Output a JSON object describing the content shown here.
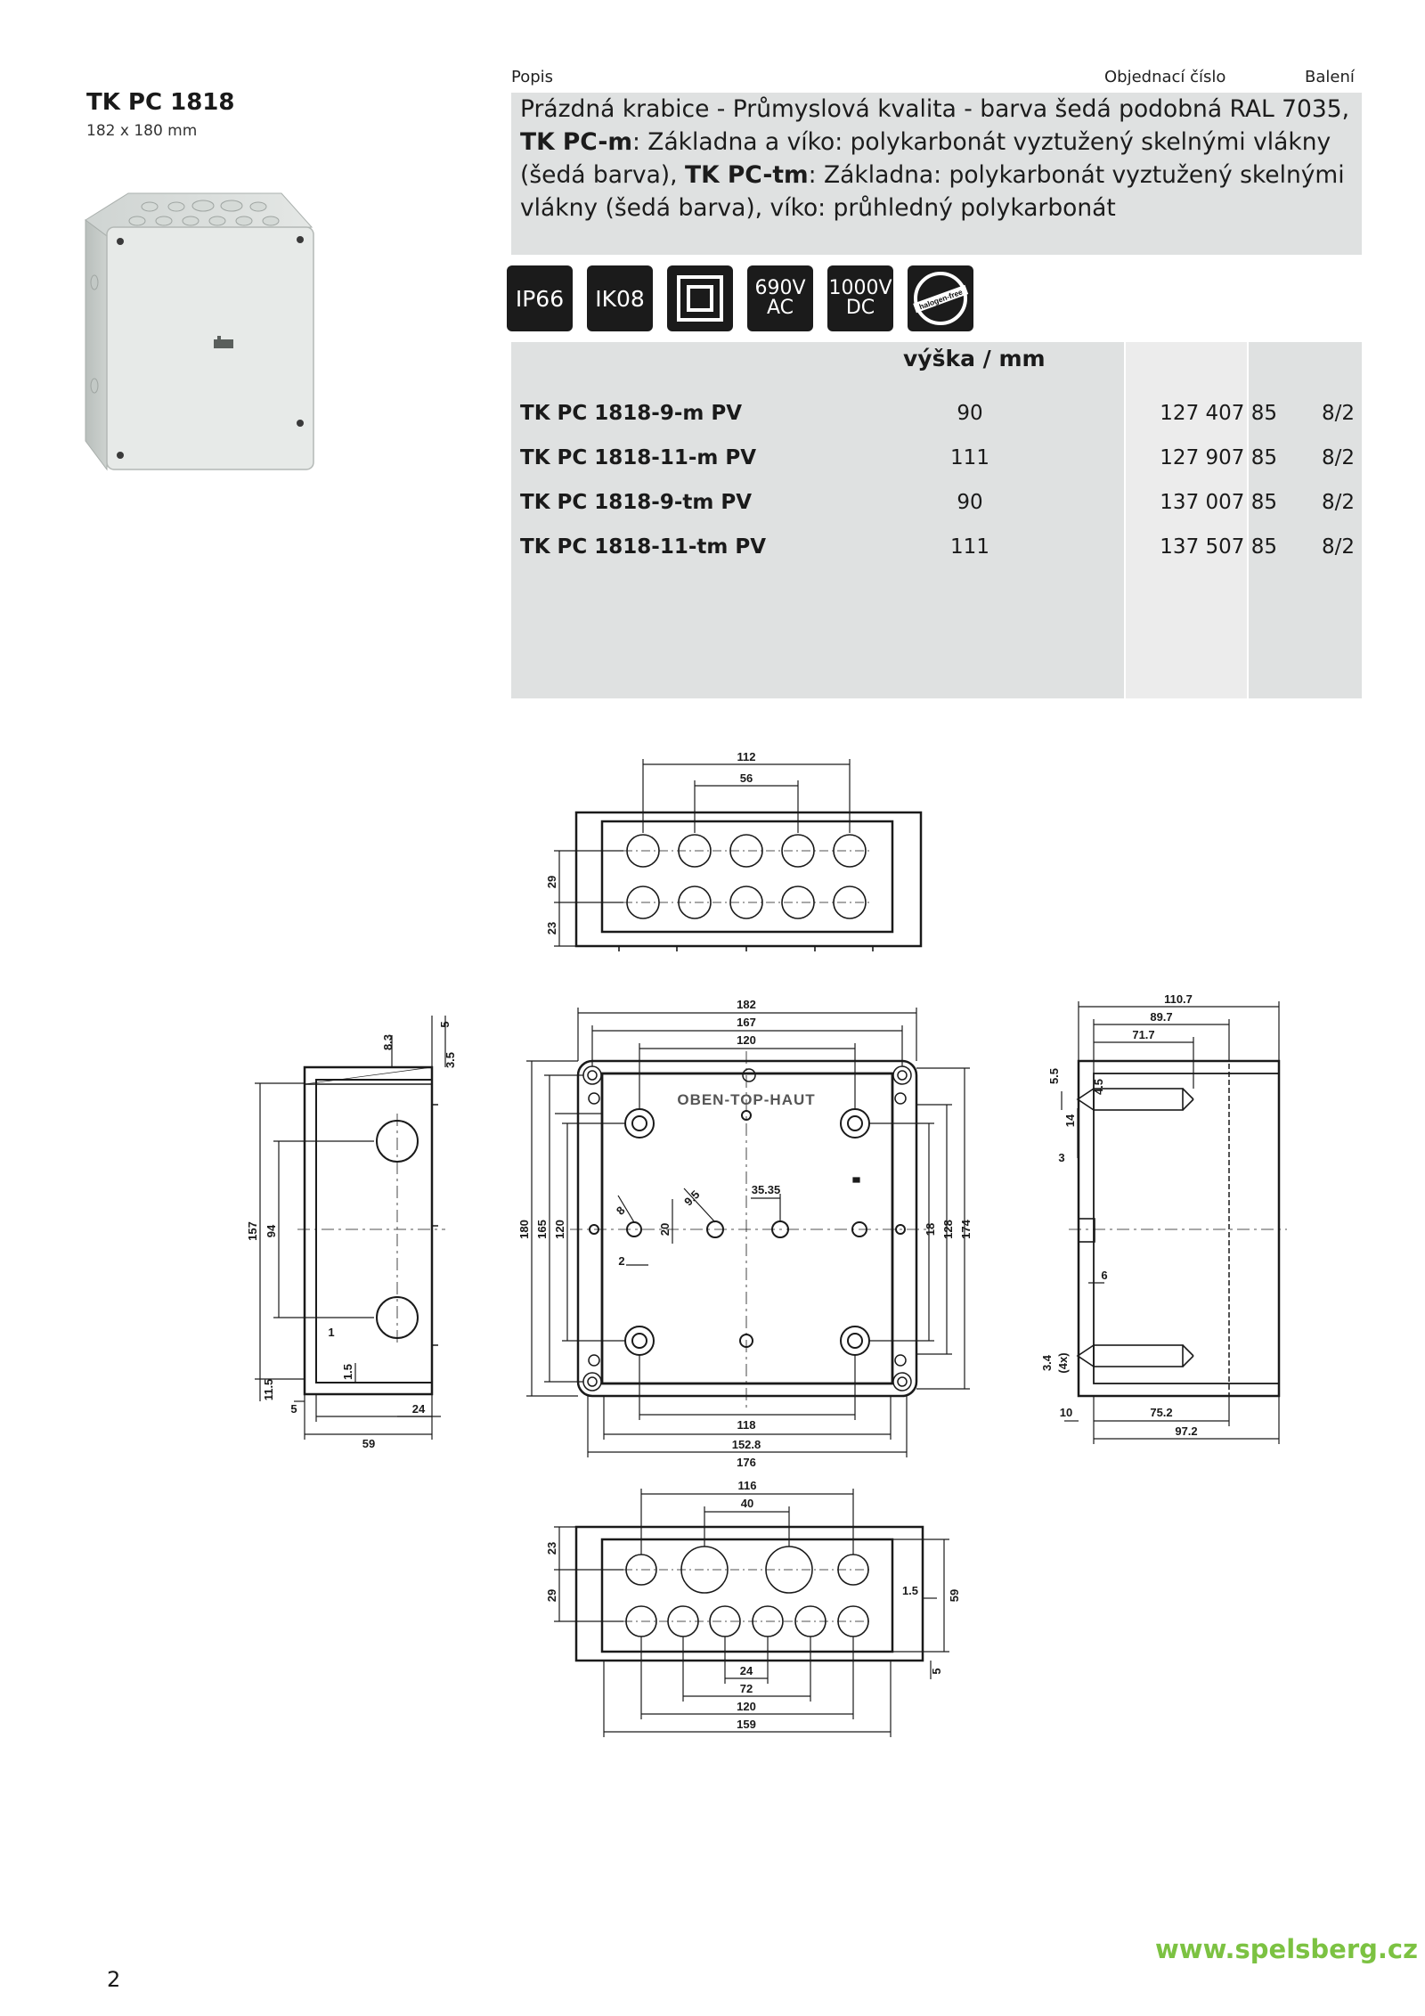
{
  "header": {
    "col_description": "Popis",
    "col_order_number": "Objednací číslo",
    "col_packaging": "Balení"
  },
  "product": {
    "title": "TK PC 1818",
    "dimensions": "182 x 180 mm"
  },
  "description": {
    "line1": "Prázdná krabice - Průmyslová kvalita - barva šedá podobná RAL 7035,",
    "pcm_bold": "TK PC-m",
    "pcm_text": ": Základna a víko: polykarbonát vyztužený skelnými vlákny (šedá barva),",
    "pctm_bold": "TK PC-tm",
    "pctm_text": ": Základna: polykarbonát vyztužený skelnými vlákny (šedá barva), víko: průhledný polykarbonát"
  },
  "badges": {
    "ip": "IP66",
    "ik": "IK08",
    "ac_top": "690V",
    "ac_bottom": "AC",
    "dc_top": "1000V",
    "dc_bottom": "DC",
    "halogen": "halogen-free"
  },
  "table": {
    "column_header": "výška / mm",
    "rows": [
      {
        "name": "TK PC 1818-9-m PV",
        "height": "90",
        "order": "127 407 85",
        "pack": "8/2"
      },
      {
        "name": "TK PC 1818-11-m PV",
        "height": "111",
        "order": "127 907 85",
        "pack": "8/2"
      },
      {
        "name": "TK PC 1818-9-tm PV",
        "height": "90",
        "order": "137 007 85",
        "pack": "8/2"
      },
      {
        "name": "TK PC 1818-11-tm PV",
        "height": "111",
        "order": "137 507 85",
        "pack": "8/2"
      }
    ]
  },
  "drawing": {
    "top": {
      "d112": "112",
      "d56": "56",
      "d29": "29",
      "d23": "23"
    },
    "front": {
      "d182": "182",
      "d167": "167",
      "d120": "120",
      "d180": "180",
      "d165": "165",
      "d120v": "120",
      "d18": "18",
      "d128": "128",
      "d174": "174",
      "d118": "118",
      "d1528": "152.8",
      "d176": "176",
      "d8": "8",
      "d2": "2",
      "d20": "20",
      "d95": "9.5",
      "d3535": "35.35",
      "label": "OBEN-TOP-HAUT"
    },
    "left": {
      "d83": "8.3",
      "d5": "5",
      "d35": "3.5",
      "d157": "157",
      "d94": "94",
      "d1": "1",
      "d15": "1.5",
      "d115": "11.5",
      "d5b": "5",
      "d24": "24",
      "d59": "59"
    },
    "right": {
      "d1107": "110.7",
      "d897": "89.7",
      "d717": "71.7",
      "d55": "5.5",
      "d14": "14",
      "d45": "4.5",
      "d3": "3",
      "d6": "6",
      "d34": "3.4",
      "d4x": "(4x)",
      "d10": "10",
      "d752": "75.2",
      "d972": "97.2"
    },
    "bottom": {
      "d116": "116",
      "d40": "40",
      "d23": "23",
      "d29": "29",
      "d15": "1.5",
      "d59": "59",
      "d5": "5",
      "d24": "24",
      "d72": "72",
      "d120": "120",
      "d159": "159"
    }
  },
  "footer": {
    "url": "www.spelsberg.cz",
    "page": "2"
  }
}
